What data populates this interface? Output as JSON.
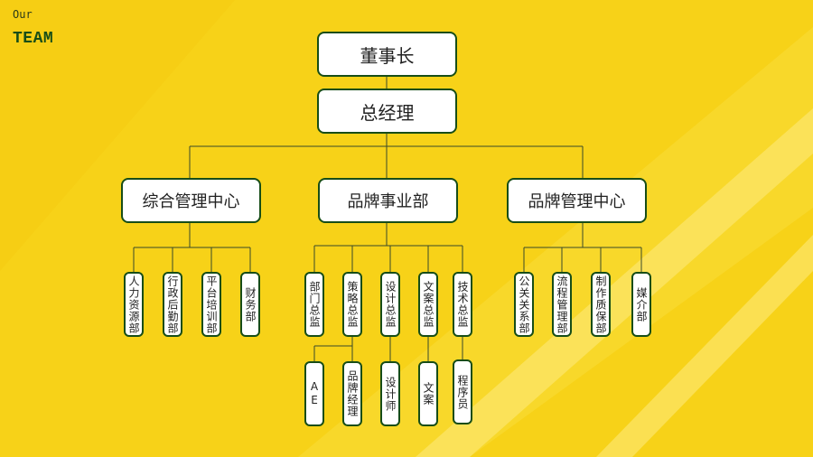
{
  "brand": {
    "line1": "Our",
    "line2": "TEAM"
  },
  "colors": {
    "background": "#f7d218",
    "stripe": "#fbe562",
    "border": "#174d17",
    "line": "#3a4a2a"
  },
  "top": {
    "chairman": "董事长",
    "gm": "总经理"
  },
  "centers": [
    {
      "label": "综合管理中心",
      "subs": [
        "人力资源部",
        "行政后勤部",
        "平台培训部",
        "财务部"
      ]
    },
    {
      "label": "品牌事业部",
      "subs": [
        "部门总监",
        "策略总监",
        "设计总监",
        "文案总监",
        "技术总监"
      ]
    },
    {
      "label": "品牌管理中心",
      "subs": [
        "公关关系部",
        "流程管理部",
        "制作质保部",
        "媒介部"
      ]
    }
  ],
  "brand_dept_children": [
    "AE",
    "品牌经理",
    "设计师",
    "文案",
    "程序员"
  ]
}
